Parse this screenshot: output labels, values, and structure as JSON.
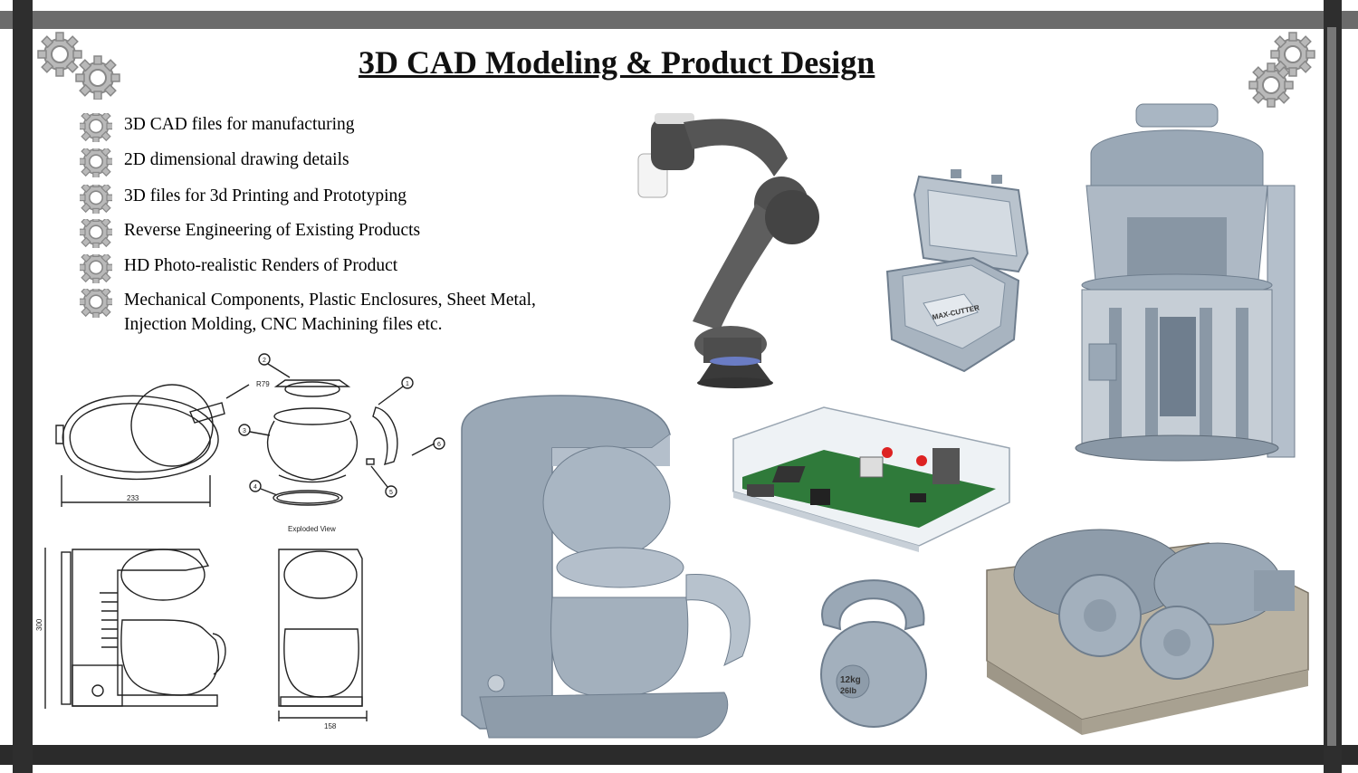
{
  "title": "3D CAD Modeling & Product Design",
  "features": [
    "3D CAD files for manufacturing",
    "2D dimensional drawing details",
    "3D files for 3d Printing and Prototyping",
    "Reverse Engineering of Existing Products",
    "HD Photo-realistic Renders of Product",
    "Mechanical Components, Plastic Enclosures, Sheet Metal,",
    "Injection Molding, CNC Machining files etc."
  ],
  "drawings": {
    "dim_r79": "R79",
    "dim_233": "233",
    "exploded_caption": "Exploded View",
    "dim_300": "300",
    "dim_158": "158",
    "balloons": [
      "1",
      "2",
      "3",
      "4",
      "5",
      "6"
    ]
  },
  "enclosure_label": "MAX-CUTTER",
  "kettlebell_label": [
    "12kg",
    "26lb"
  ],
  "icons": [
    "gear-icon",
    "robot-arm-model",
    "hinged-enclosure-model",
    "vertical-machine-model",
    "pcb-enclosure-model",
    "coffee-maker-model",
    "kettlebell-model",
    "gearbox-model"
  ],
  "colors": {
    "model_blue": "#9aa8b6",
    "model_blue_dark": "#6f7e8e",
    "frame_dark": "#2e2e2e",
    "pcb_green": "#2f7a3a"
  }
}
